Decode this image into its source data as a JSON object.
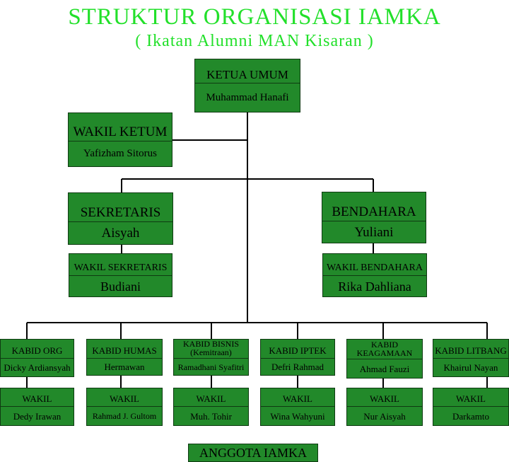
{
  "header": {
    "title": "STRUKTUR ORGANISASI IAMKA",
    "subtitle": "( Ikatan Alumni MAN Kisaran )"
  },
  "nodes": {
    "ketua": {
      "role": "KETUA UMUM",
      "name": "Muhammad Hanafi"
    },
    "wakil_ketum": {
      "role": "WAKIL KETUM",
      "name": "Yafizham Sitorus"
    },
    "sekretaris": {
      "role": "SEKRETARIS",
      "name": "Aisyah"
    },
    "bendahara": {
      "role": "BENDAHARA",
      "name": "Yuliani"
    },
    "wakil_sekretaris": {
      "role": "WAKIL SEKRETARIS",
      "name": "Budiani"
    },
    "wakil_bendahara": {
      "role": "WAKIL BENDAHARA",
      "name": "Rika Dahliana"
    }
  },
  "kabid": [
    {
      "role": "KABID ORG",
      "name": "Dicky Ardiansyah",
      "wakil_label": "WAKIL",
      "wakil_name": "Dedy Irawan"
    },
    {
      "role": "KABID HUMAS",
      "name": "Hermawan",
      "wakil_label": "WAKIL",
      "wakil_name": "Rahmad J. Gultom"
    },
    {
      "role": "KABID BISNIS",
      "role2": "(Kemitraan)",
      "name": "Ramadhani Syafitri",
      "wakil_label": "WAKIL",
      "wakil_name": "Muh. Tohir"
    },
    {
      "role": "KABID IPTEK",
      "name": "Defri Rahmad",
      "wakil_label": "WAKIL",
      "wakil_name": "Wina Wahyuni"
    },
    {
      "role": "KABID",
      "role2": "KEAGAMAAN",
      "name": "Ahmad Fauzi",
      "wakil_label": "WAKIL",
      "wakil_name": "Nur Aisyah"
    },
    {
      "role": "KABID LITBANG",
      "name": "Khairul Nayan",
      "wakil_label": "WAKIL",
      "wakil_name": "Darkamto"
    }
  ],
  "footer": {
    "label": "ANGGOTA IAMKA"
  },
  "colors": {
    "title": "#22e02a",
    "box_fill": "#22892a",
    "box_border": "#0f3a12",
    "line": "#000000"
  }
}
